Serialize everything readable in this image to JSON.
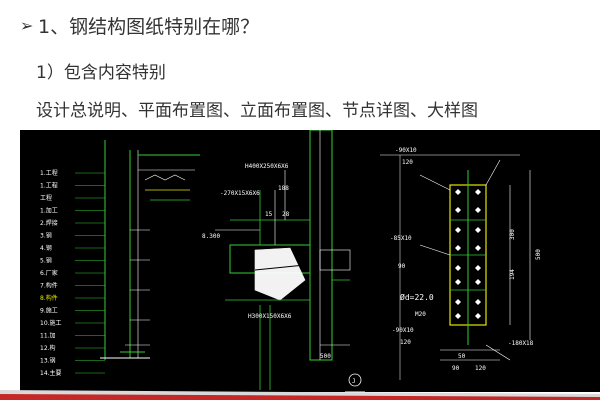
{
  "slide": {
    "heading_prefix": "➢",
    "heading": "1、钢结构图纸特别在哪？",
    "subheading": "1）包含内容特别",
    "content_line": "设计总说明、平面布置图、立面布置图、节点详图、大样图"
  },
  "cad_drawing": {
    "colors": {
      "background": "#000000",
      "green": "#33cc33",
      "yellow": "#e6e600",
      "white": "#ffffff",
      "cyan": "#00cccc"
    },
    "left_notes": [
      "1.工程",
      "1.工程",
      "工程",
      "1.加工",
      "2.焊接",
      "3.钢",
      "4.钢",
      "5.钢",
      "6.厂家",
      "7.构件",
      "8.构件",
      "9.施工",
      "10.施工",
      "11.加",
      "12.构",
      "13.钢",
      "14.主要"
    ],
    "labels": {
      "elev_a": "8.300",
      "column_callout": "H400X250X6X6",
      "dim_a": "-270X15X6X6",
      "dim_b": "15",
      "dim_c": "28",
      "dim_d": "188",
      "dim_e": "500",
      "bolt_callout": "H300X150X6X6",
      "plate_a": "-90X10",
      "plate_a_len": "120",
      "plate_b": "-85X10",
      "plate_b_len": "90",
      "bolt_size": "M20",
      "hole": "Ød=22.0",
      "plate_c": "-90X10",
      "plate_c_len": "120",
      "plate_d": "-180X18",
      "dim_span": "500",
      "dim_50": "50",
      "dim_90": "90",
      "dim_120": "120",
      "dim_300": "300",
      "dim_194": "194",
      "grid_j": "J"
    }
  }
}
